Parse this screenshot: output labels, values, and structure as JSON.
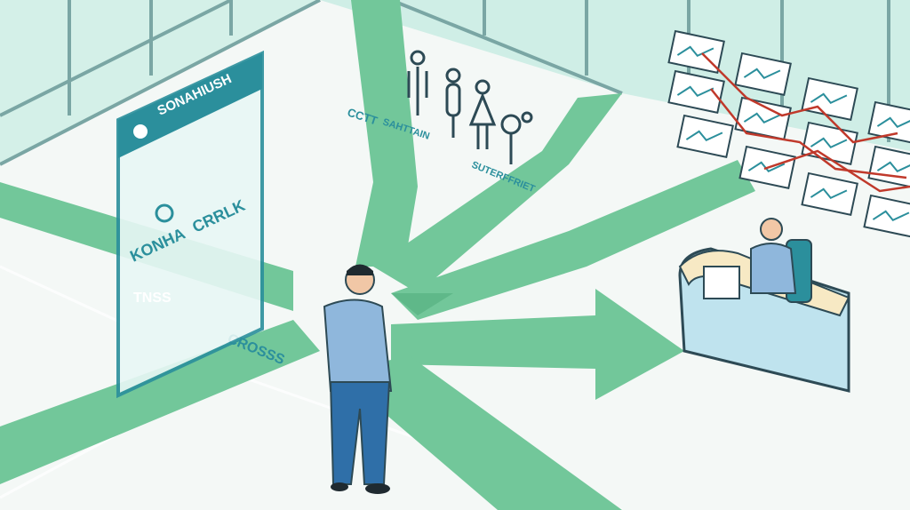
{
  "palette": {
    "floor": "#f4f8f6",
    "wall": "#cfeee6",
    "path": "#72c79a",
    "path_dark": "#5fb889",
    "frame": "#2b8f9c",
    "line": "#2d4a55",
    "shirt": "#8fb7dc",
    "pants": "#2f6fa8",
    "desk": "#bfe3ee",
    "alert": "#c0392b"
  },
  "sign": {
    "header": "SONAHIUSH",
    "line1": "KONHA",
    "line2": "CRRLK",
    "caption": "TNSS"
  },
  "floor_labels": {
    "near": "CROSSS",
    "mid_a": "CCTT",
    "mid_b": "SAHTTAIN",
    "far": "SUTERFFRIET"
  },
  "icons": [
    "person-icon",
    "child-icon",
    "woman-icon",
    "tree-icon",
    "location-pin-icon"
  ],
  "monitor_count": 12
}
